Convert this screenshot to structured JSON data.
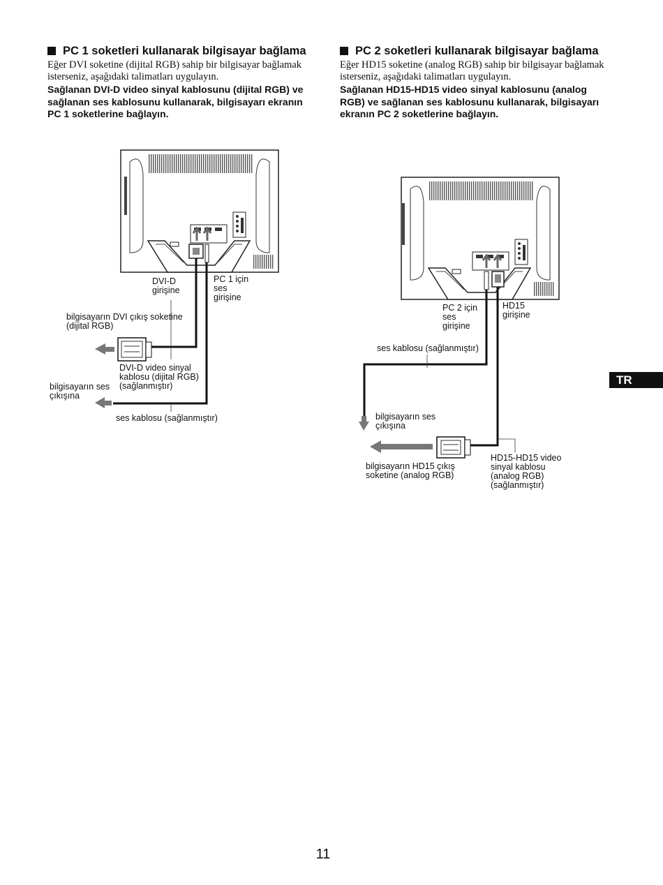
{
  "left": {
    "heading": "PC 1 soketleri kullanarak bilgisayar bağlama",
    "intro": "Eğer DVI soketine (dijital RGB) sahip bir bilgisayar bağlamak isterseniz, aşağıdaki talimatları uygulayın.",
    "instruction": "Sağlanan DVI-D video sinyal kablosunu (dijital RGB) ve sağlanan ses kablosunu kullanarak, bilgisayarı ekranın PC 1 soketlerine bağlayın.",
    "labels": {
      "dvi_input": "DVI-D\ngirişine",
      "audio_input": "PC 1 için\nses\ngirişine",
      "computer_dvi_out": "bilgisayarın DVI çıkış soketine\n(dijital RGB)",
      "dvi_cable": "DVI-D video sinyal\nkablosu (dijital RGB)\n(sağlanmıştır)",
      "computer_audio_out": "bilgisayarın ses\nçıkışına",
      "audio_cable": "ses kablosu (sağlanmıştır)"
    }
  },
  "right": {
    "heading": "PC 2 soketleri kullanarak bilgisayar bağlama",
    "intro": "Eğer HD15 soketine (analog RGB) sahip bir bilgisayar bağlamak isterseniz, aşağıdaki talimatları uygulayın.",
    "instruction": "Sağlanan HD15-HD15 video sinyal kablosunu (analog RGB) ve sağlanan ses kablosunu kullanarak, bilgisayarı ekranın PC 2 soketlerine bağlayın.",
    "labels": {
      "audio_input": "PC 2 için\nses\ngirişine",
      "hd15_input": "HD15\ngirişine",
      "audio_cable": "ses kablosu (sağlanmıştır)",
      "computer_audio_out": "bilgisayarın ses\nçıkışına",
      "computer_hd15_out": "bilgisayarın HD15 çıkış\nsoketine (analog RGB)",
      "hd15_cable": "HD15-HD15 video\nsinyal kablosu\n(analog RGB)\n(sağlanmıştır)"
    }
  },
  "language_tab": "TR",
  "page_number": "11"
}
